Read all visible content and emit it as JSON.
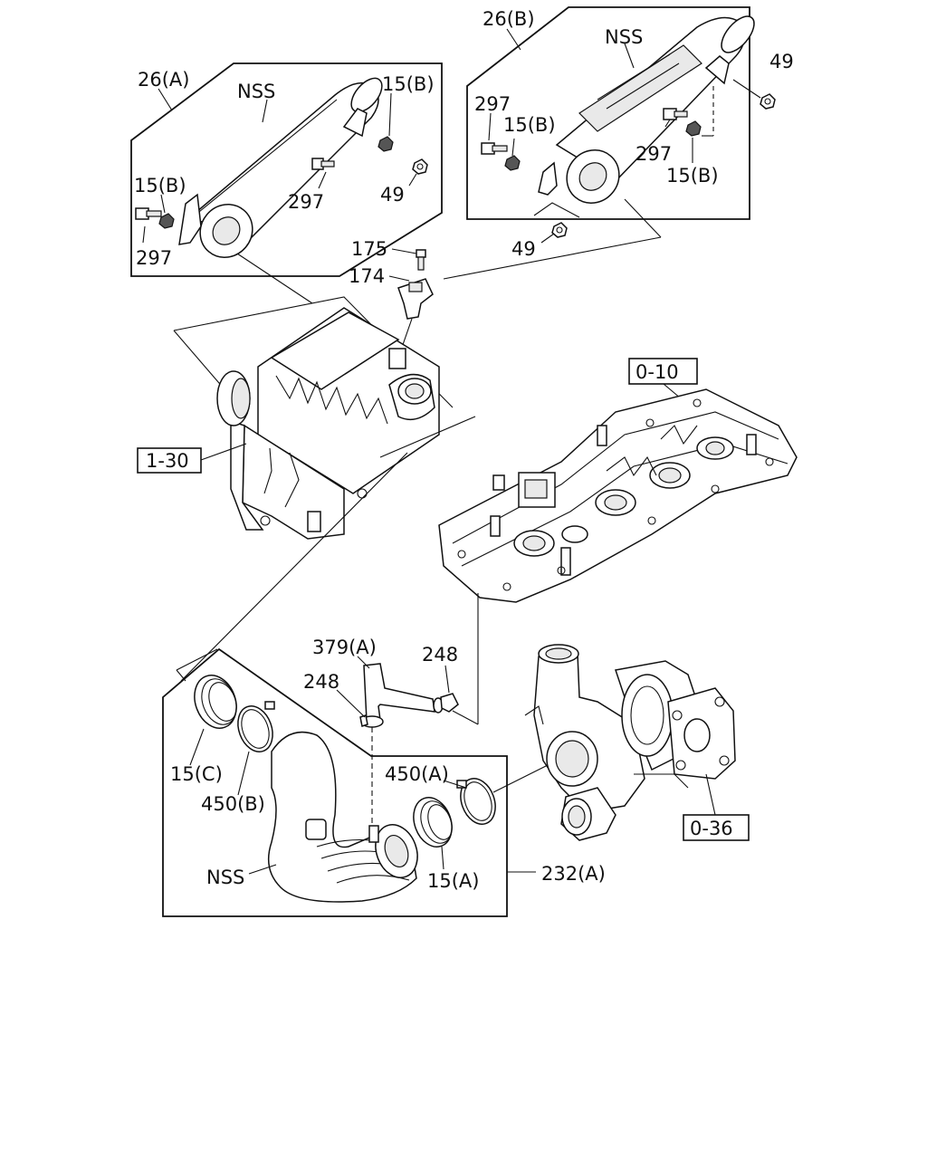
{
  "callouts": {
    "group_26a": "26(A)",
    "nss_26a": "NSS",
    "c15b_a_top": "15(B)",
    "c15b_a_left": "15(B)",
    "c297_a_left": "297",
    "c297_a_mid": "297",
    "c49_a": "49",
    "group_26b": "26(B)",
    "nss_26b": "NSS",
    "c49_b_top": "49",
    "c297_b_left": "297",
    "c15b_b_left": "15(B)",
    "c297_b_right": "297",
    "c15b_b_right": "15(B)",
    "c49_b_bottom": "49",
    "c175": "175",
    "c174": "174",
    "c379a": "379(A)",
    "c248_right": "248",
    "c248_left": "248",
    "c15c": "15(C)",
    "c450b": "450(B)",
    "c450a": "450(A)",
    "c15a": "15(A)",
    "nss_hose": "NSS",
    "c232a": "232(A)"
  },
  "references": {
    "ref_1_30": "1-30",
    "ref_0_10": "0-10",
    "ref_0_36": "0-36"
  }
}
